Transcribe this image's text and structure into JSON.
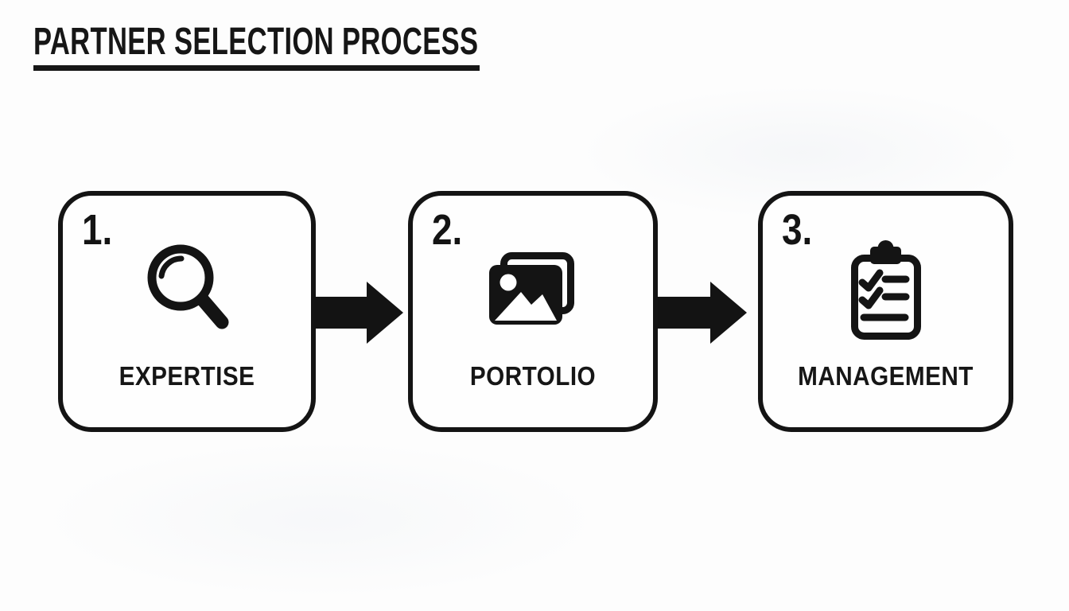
{
  "header": {
    "title": "PARTNER SELECTION PROCESS"
  },
  "process": {
    "steps": [
      {
        "number": "1.",
        "label": "EXPERTISE",
        "icon": "magnifying-glass-icon"
      },
      {
        "number": "2.",
        "label": "PORTOLIO",
        "icon": "photo-stack-icon"
      },
      {
        "number": "3.",
        "label": "MANAGEMENT",
        "icon": "clipboard-checklist-icon"
      }
    ],
    "connector_icon": "arrow-right-icon"
  },
  "colors": {
    "ink": "#141414",
    "background": "#fcfcfc"
  }
}
